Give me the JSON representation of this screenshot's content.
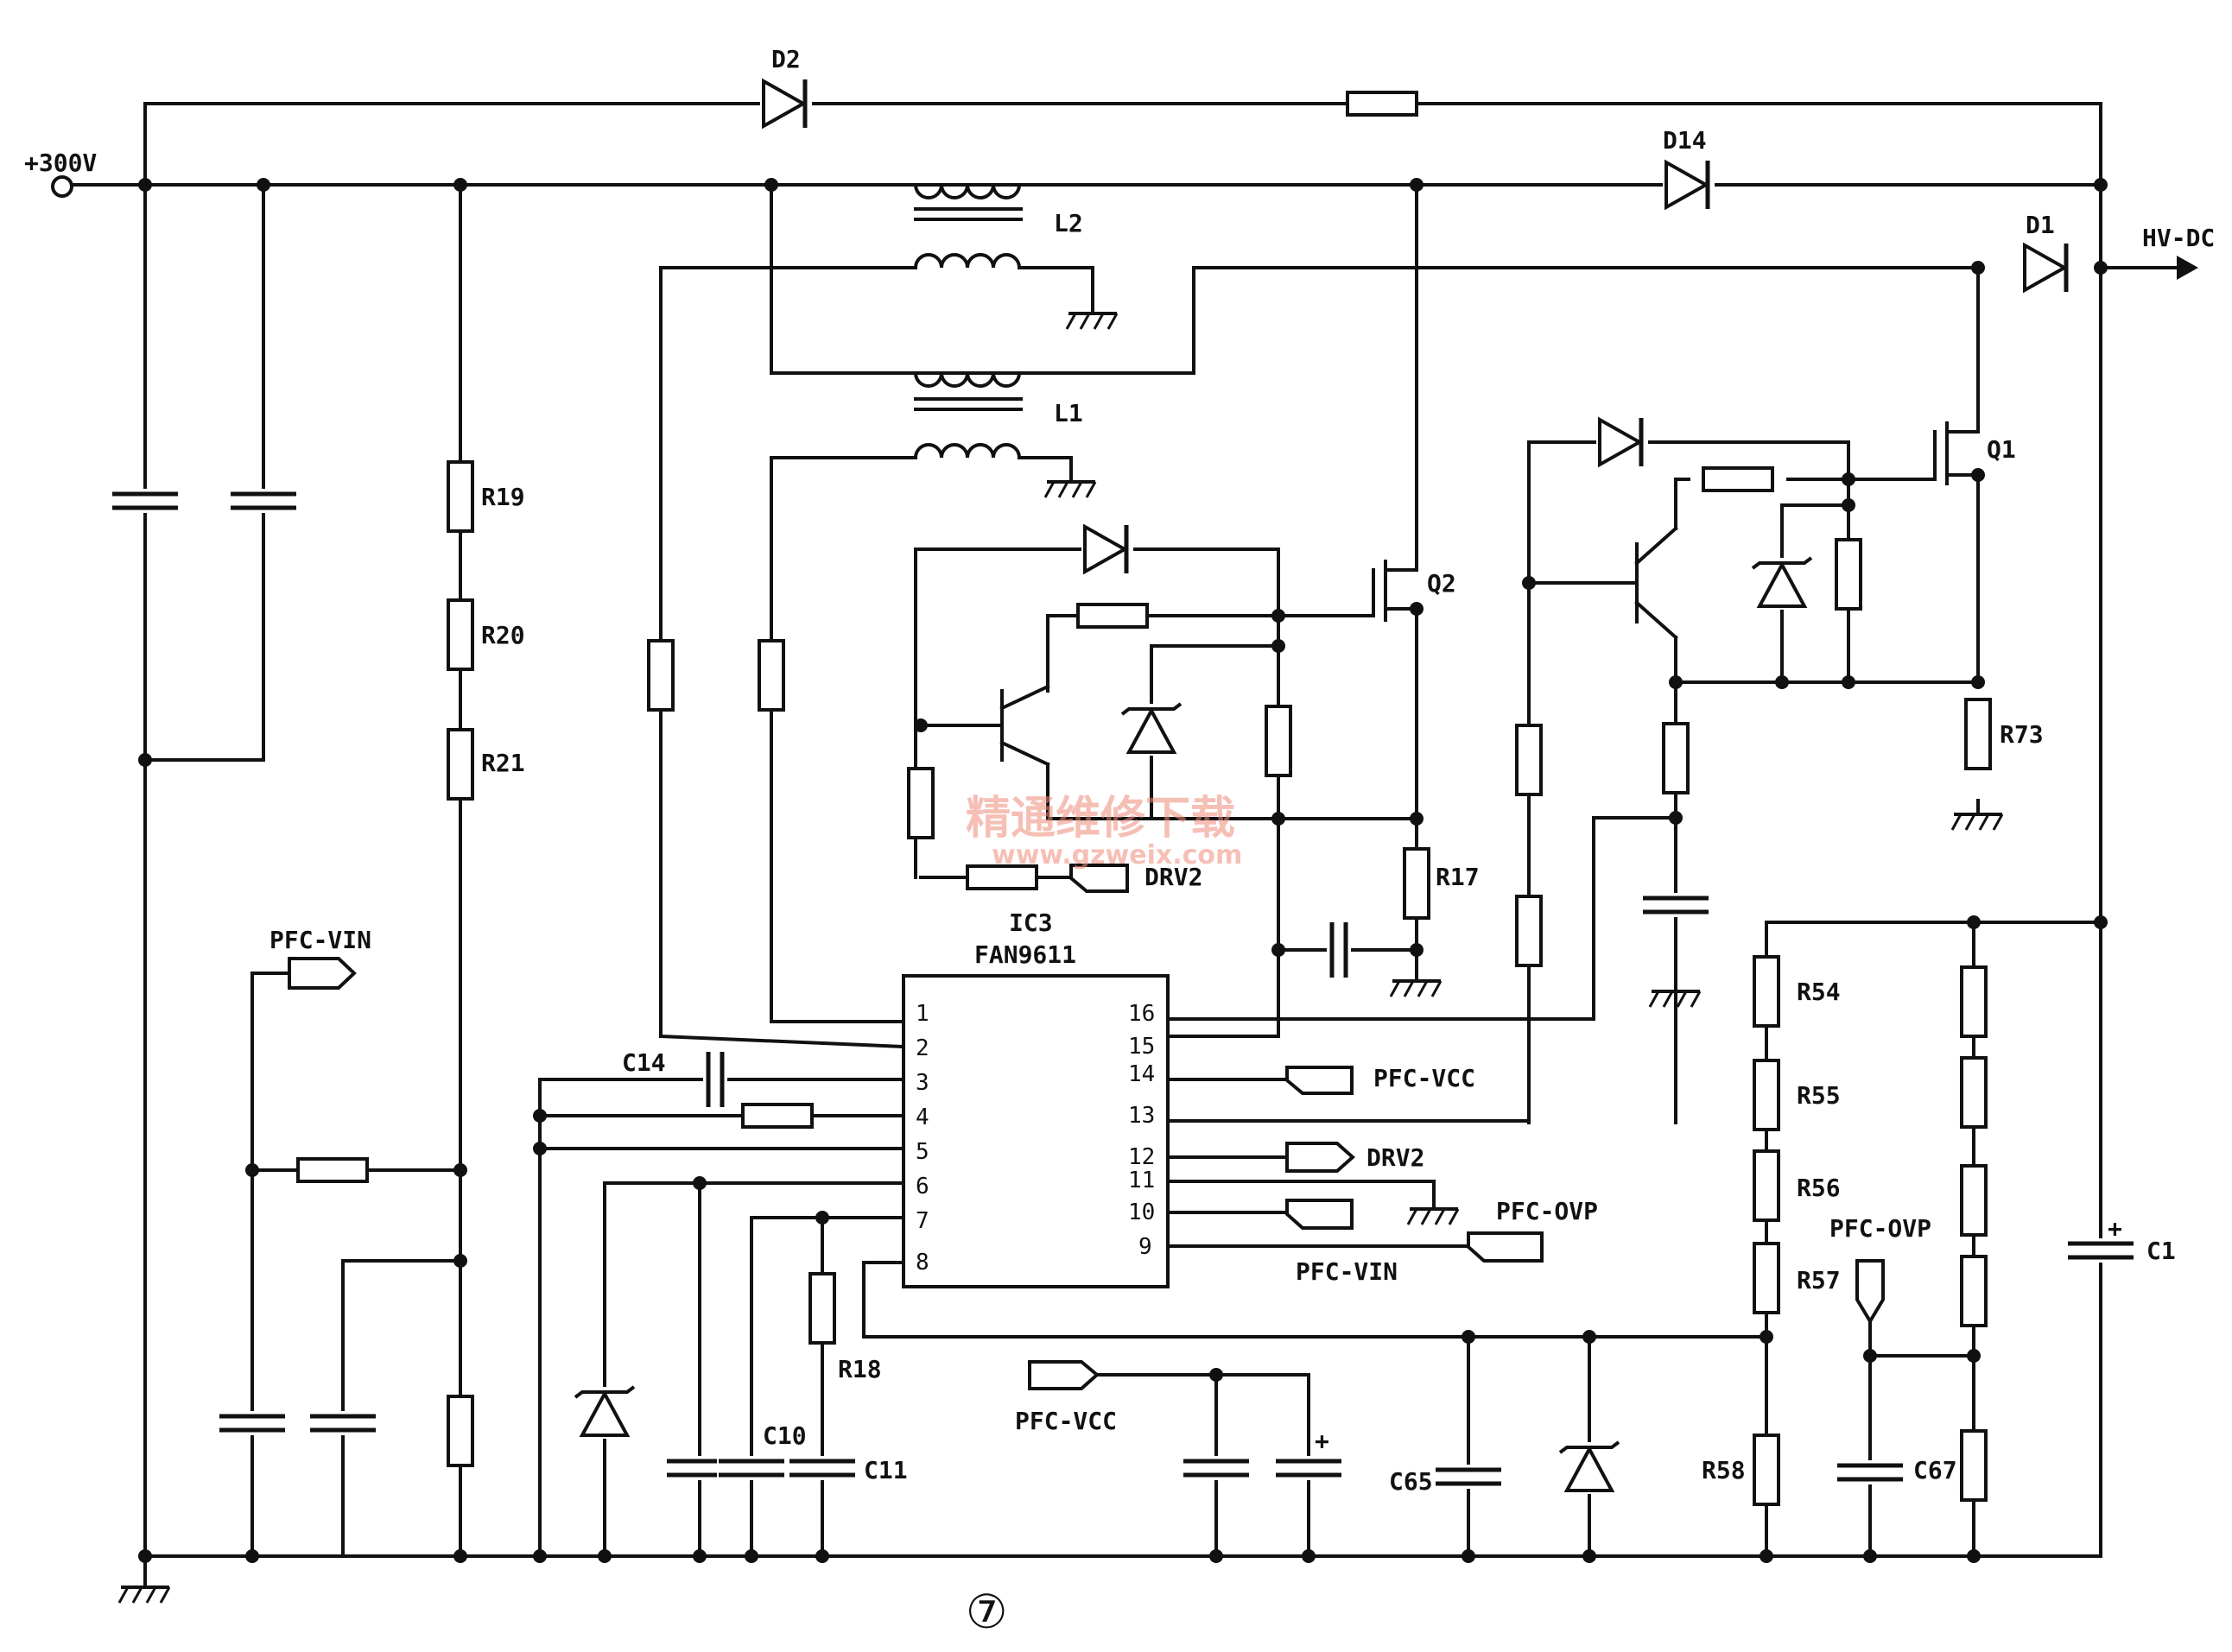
{
  "supply": {
    "input_label": "+300V",
    "output_label": "HV-DC"
  },
  "components": {
    "diodes": {
      "d2": "D2",
      "d14": "D14",
      "d1": "D1"
    },
    "inductors": {
      "l2": "L2",
      "l1": "L1"
    },
    "transistors": {
      "q1": "Q1",
      "q2": "Q2"
    },
    "resistors": {
      "r19": "R19",
      "r20": "R20",
      "r21": "R21",
      "r17": "R17",
      "r18": "R18",
      "r73": "R73",
      "r54": "R54",
      "r55": "R55",
      "r56": "R56",
      "r57": "R57",
      "r58": "R58"
    },
    "capacitors": {
      "c14": "C14",
      "c10": "C10",
      "c11": "C11",
      "c65": "C65",
      "c67": "C67",
      "c1": "C1"
    }
  },
  "ic": {
    "ref": "IC3",
    "part": "FAN9611",
    "pins_left": [
      "1",
      "2",
      "3",
      "4",
      "5",
      "6",
      "7",
      "8"
    ],
    "pins_right": [
      "16",
      "15",
      "14",
      "13",
      "12",
      "11",
      "10",
      "9"
    ]
  },
  "net_labels": {
    "pfc_vin": "PFC-VIN",
    "pfc_vcc": "PFC-VCC",
    "drv2": "DRV2",
    "pfc_ovp": "PFC-OVP"
  },
  "watermark": {
    "text": "精通维修下载",
    "url": "www.gzweix.com"
  },
  "figure_number": "⑦"
}
